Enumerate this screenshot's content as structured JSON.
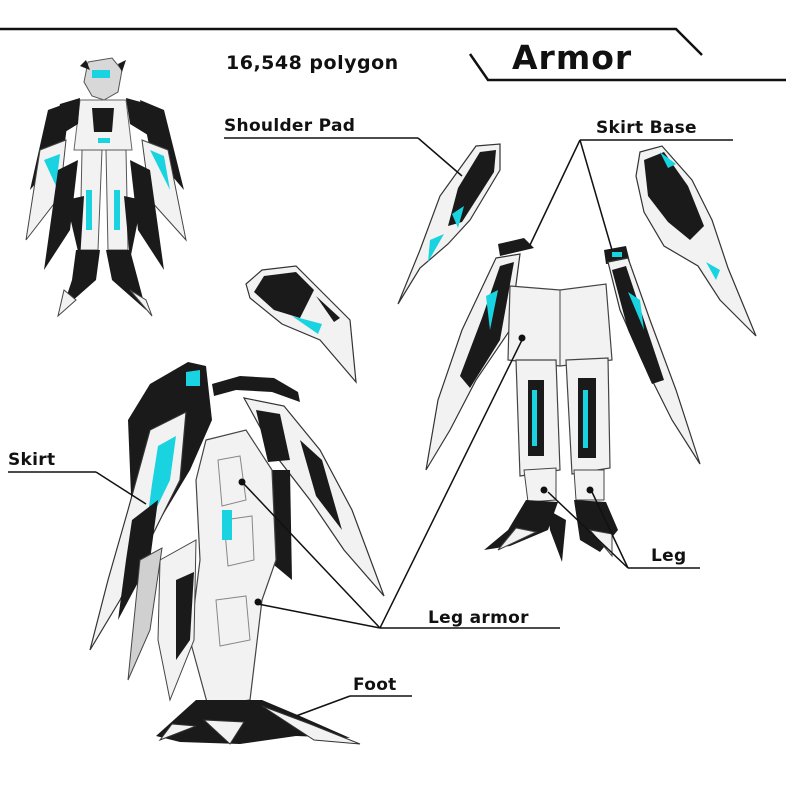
{
  "header": {
    "polygon_count": "16,548 polygon",
    "title": "Armor"
  },
  "callouts": {
    "shoulder_pad": "Shoulder Pad",
    "skirt_base": "Skirt Base",
    "skirt": "Skirt",
    "leg": "Leg",
    "leg_armor": "Leg armor",
    "foot": "Foot"
  },
  "colors": {
    "armor_white": "#f2f2f2",
    "armor_black": "#1a1a1a",
    "accent_cyan": "#19d3e0",
    "line": "#111111"
  }
}
